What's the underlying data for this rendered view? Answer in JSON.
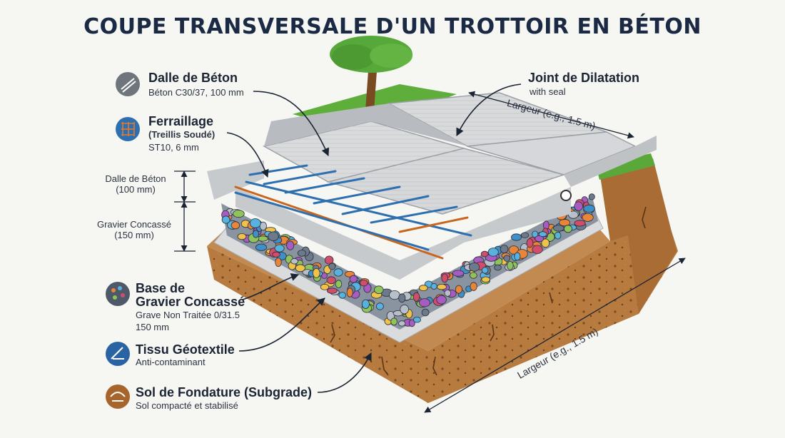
{
  "title": "COUPE TRANSVERSALE D'UN TROTTOIR EN BÉTON",
  "layers": [
    {
      "title": "Dalle de Béton",
      "line2": "",
      "line3": "Béton C30/37, 100 mm",
      "line4": "",
      "icon": "concrete-slab-icon",
      "color": "#6f757c"
    },
    {
      "title": "Ferraillage",
      "line2": "(Treillis Soudé)",
      "line3": "ST10, 6 mm",
      "line4": "",
      "icon": "rebar-mesh-icon",
      "color": "#2e6fb0"
    },
    {
      "title": "Base de",
      "line2": "Gravier Concassé",
      "line3": "Grave Non Traitée 0/31.5",
      "line4": "150 mm",
      "icon": "gravel-icon",
      "color": "#4d5968"
    },
    {
      "title": "Tissu Géotextile",
      "line2": "",
      "line3": "Anti-contaminant",
      "line4": "",
      "icon": "geotextile-icon",
      "color": "#2a63a3"
    },
    {
      "title": "Sol de Fondature (Subgrade)",
      "line2": "",
      "line3": "Sol compacté et stabilisé",
      "line4": "",
      "icon": "soil-icon",
      "color": "#a7652c"
    }
  ],
  "dimensions": {
    "slab": {
      "line1": "Dalle de Béton",
      "line2": "(100 mm)"
    },
    "gravel": {
      "line1": "Gravier Concassé",
      "line2": "(150 mm)"
    }
  },
  "joint": {
    "title": "Joint de Dilatation",
    "sub": "with seal"
  },
  "width_label_top": "Largeur (e.g., 1.5 m)",
  "width_label_bottom": "Largeur (e.g., 1.5 m)"
}
